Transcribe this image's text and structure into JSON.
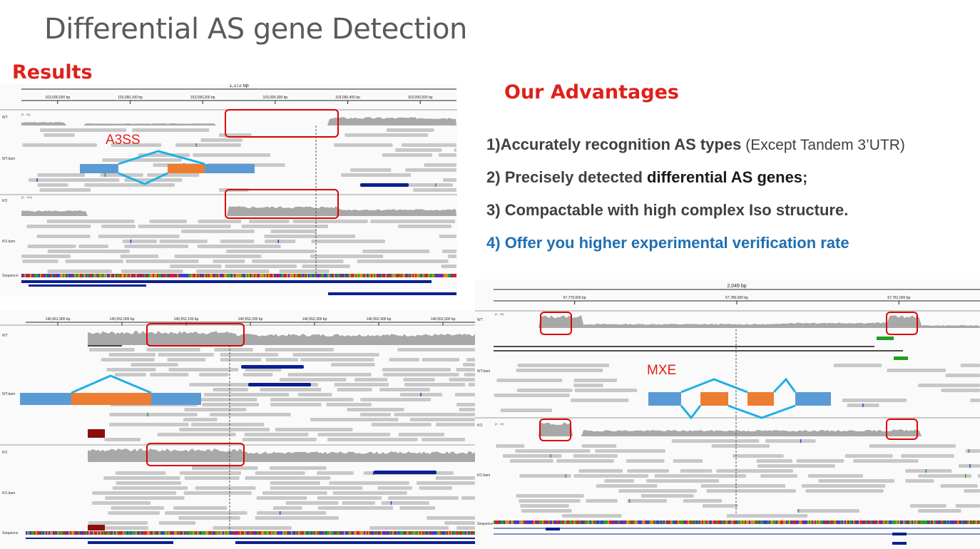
{
  "slide": {
    "title": "Differential AS gene Detection",
    "results_label": "Results"
  },
  "advantages": {
    "title": "Our Advantages",
    "items": [
      {
        "num": "1)",
        "bold": "Accurately recognition AS types",
        "rest": " (Except Tandem 3’UTR)"
      },
      {
        "num": "2) ",
        "pre": "Precisely detected ",
        "bold": "differential AS genes",
        "rest": ";"
      },
      {
        "num": "3) ",
        "text": "Compactable with high complex Iso structure."
      },
      {
        "num": "4) ",
        "text": "Offer you higher experimental verification rate"
      }
    ],
    "item4_color": "#1f6fb3"
  },
  "panels": {
    "a3ss": {
      "event_label": "A3SS",
      "ruler_length": "1,172 bp",
      "ticks": [
        "103,090,000 bp",
        "103,090,100 bp",
        "103,090,200 bp",
        "103,090,300 bp",
        "103,090,400 bp",
        "103,090,500 bp"
      ],
      "track_labels": [
        "WT",
        "WT.bam",
        "KO",
        "KO.bam",
        "Sequence"
      ],
      "scale_labels": [
        "[0 - 30]",
        "[0 - 100]"
      ]
    },
    "a5ss": {
      "ticks": [
        "140,551,900 bp",
        "140,552,000 bp",
        "140,552,100 bp",
        "140,552,200 bp",
        "140,552,300 bp",
        "140,552,400 bp",
        "140,552,500 bp"
      ],
      "track_labels": [
        "WT",
        "WT.bam",
        "KO",
        "KO.bam",
        "Sequence"
      ]
    },
    "mxe": {
      "event_label": "MXE",
      "ruler_length": "2,049 bp",
      "ticks": [
        "67,779,000 bp",
        "67,780,000 bp",
        "67,781,000 bp"
      ],
      "track_labels": [
        "WT",
        "WT.bam",
        "KO",
        "KO.bam",
        "Sequence"
      ],
      "scale_labels": [
        "[0 - 30]",
        "[0 - 29]"
      ]
    }
  },
  "colors": {
    "title": "#5a5a5a",
    "accent_red": "#e0201b",
    "exon_blue": "#5b9bd5",
    "exon_orange": "#ed7d31",
    "junction": "#1fb0e8",
    "read_gray": "#c8c8c8",
    "coverage_gray": "#a8a8a8",
    "feature_navy": "#0b1f8f"
  }
}
